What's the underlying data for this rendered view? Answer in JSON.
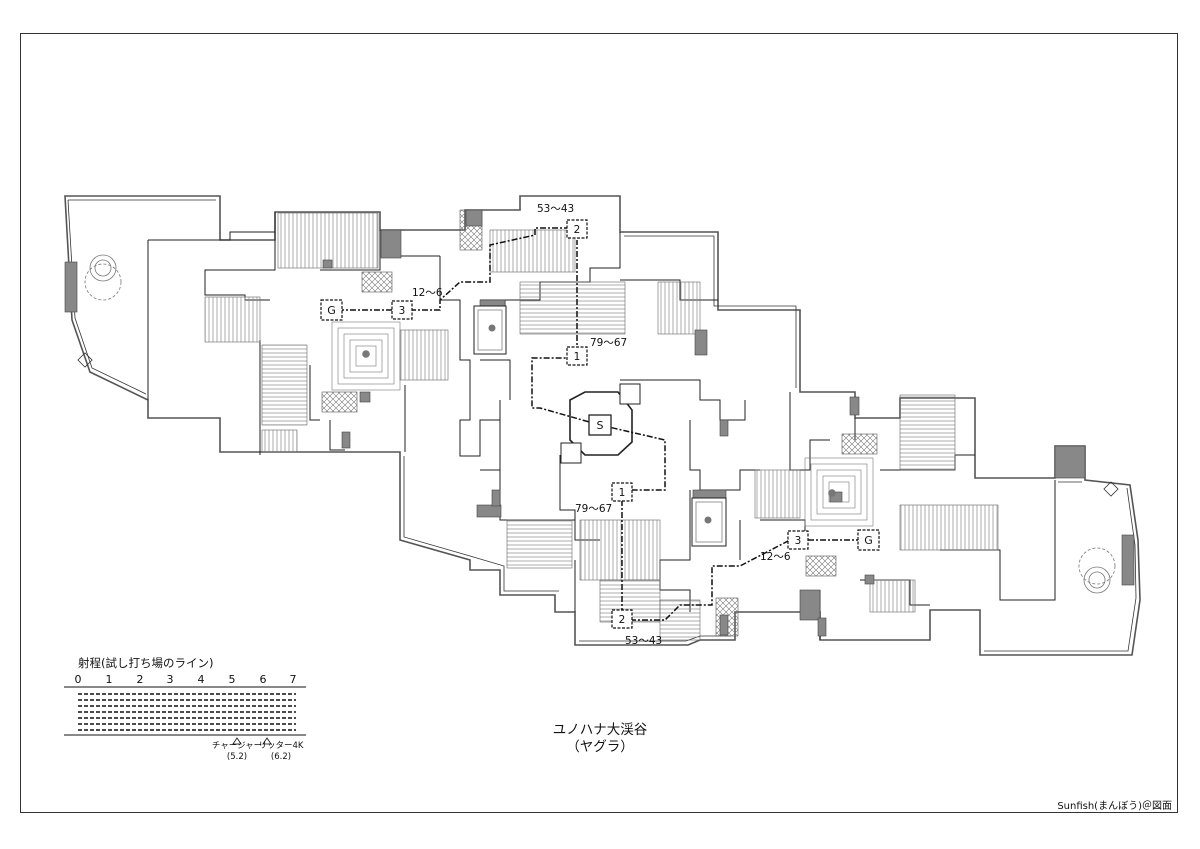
{
  "stage": {
    "name": "ユノハナ大渓谷",
    "mode": "（ヤグラ）"
  },
  "credit": "Sunfish(まんぼう)＠図面",
  "range_legend": {
    "title": "射程(試し打ち場のライン)",
    "ticks": [
      "0",
      "1",
      "2",
      "3",
      "4",
      "5",
      "6",
      "7"
    ],
    "weapons": [
      {
        "name": "チャージャー",
        "range": "(5.2)"
      },
      {
        "name": "リッター4K",
        "range": "(6.2)"
      }
    ]
  },
  "markers": {
    "start": "S",
    "goal": "G",
    "checkpoints": [
      "1",
      "2",
      "3"
    ]
  },
  "counts": {
    "north_1": "79～67",
    "north_2": "53～43",
    "north_3": "12～6",
    "south_1": "79～67",
    "south_2": "53～43",
    "south_3": "12～6"
  }
}
